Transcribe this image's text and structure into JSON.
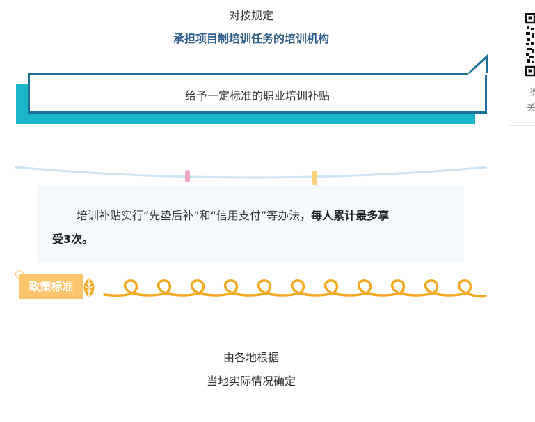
{
  "header": {
    "small_text": "对按规定",
    "title": "承担项目制培训任务的培训机构"
  },
  "banner": {
    "text": "给予一定标准的职业培训补贴"
  },
  "info": {
    "line1_normal": "培训补贴实行“先垫后补”和“信用支付”等办法，",
    "line1_bold": "每人累计最多享",
    "line2_bold": "受3次。"
  },
  "policy": {
    "tag_label": "政策标准"
  },
  "bottom": {
    "line1": "由各地根据",
    "line2": "当地实际情况确定"
  },
  "sidebar": {
    "text1": "微",
    "text2": "关"
  },
  "colors": {
    "teal": "#1bb4c8",
    "navy": "#1c6f9a",
    "title_blue": "#2e5c8a",
    "orange": "#fbc36b",
    "swirl": "#f6a821",
    "peg_pink": "#f1a7bf",
    "peg_yellow": "#f7d27a"
  }
}
